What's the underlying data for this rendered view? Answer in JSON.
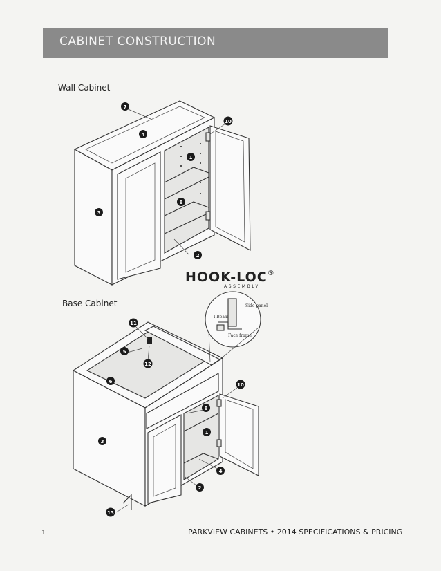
{
  "header": {
    "title": "CABINET CONSTRUCTION"
  },
  "sections": {
    "wall": "Wall Cabinet",
    "base": "Base Cabinet"
  },
  "logo": {
    "name": "HOOK-LOC",
    "mark": "®",
    "sub": "ASSEMBLY"
  },
  "inset": {
    "side_panel": "Side panel",
    "i_beam": "I-Beam",
    "face_frame": "Face frame"
  },
  "wall_callouts": {
    "c7": "7",
    "c4": "4",
    "c10": "10",
    "c1": "1",
    "c3": "3",
    "c8": "8",
    "c2": "2"
  },
  "base_callouts": {
    "c11": "11",
    "c5": "5",
    "c12": "12",
    "c6": "6",
    "c10": "10",
    "c8": "8",
    "c1": "1",
    "c3": "3",
    "c4": "4",
    "c2": "2",
    "c13": "13"
  },
  "footer": {
    "text": "PARKVIEW CABINETS • 2014 SPECIFICATIONS & PRICING",
    "page": "1"
  }
}
